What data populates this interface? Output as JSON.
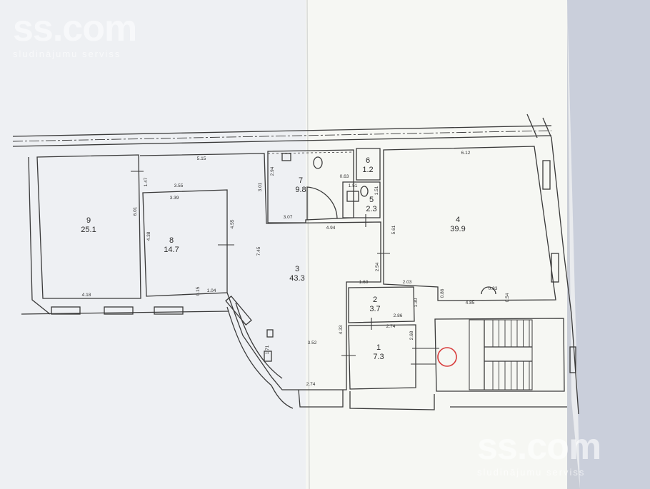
{
  "watermark": {
    "logo": "ss.com",
    "tagline": "sludinājumu serviss"
  },
  "rooms": [
    {
      "number": "9",
      "area": "25.1"
    },
    {
      "number": "8",
      "area": "14.7"
    },
    {
      "number": "7",
      "area": "9.8"
    },
    {
      "number": "6",
      "area": "1.2"
    },
    {
      "number": "5",
      "area": "2.3"
    },
    {
      "number": "4",
      "area": "39.9"
    },
    {
      "number": "3",
      "area": "43.3"
    },
    {
      "number": "2",
      "area": "3.7"
    },
    {
      "number": "1",
      "area": "7.3"
    }
  ],
  "dimensions": [
    "5.15",
    "3.55",
    "3.39",
    "1.47",
    "6.01",
    "4.38",
    "4.55",
    "3.01",
    "2.94",
    "3.07",
    "0.63",
    "1.51",
    "1.51",
    "6.12",
    "5.61",
    "4.94",
    "7.45",
    "2.54",
    "1.60",
    "2.03",
    "0.86",
    "4.85",
    "0.83",
    "0.54",
    "1.30",
    "2.86",
    "2.74",
    "4.33",
    "2.68",
    "3.52",
    "1.71",
    "2.74",
    "4.18",
    "0.15",
    "1.04"
  ],
  "colors": {
    "paper": "#f1f2f4",
    "paperLight": "#f6f7f4",
    "wall": "#3a3a3a",
    "marker": "#d83a3a",
    "backdrop": "#c9cdd6"
  }
}
